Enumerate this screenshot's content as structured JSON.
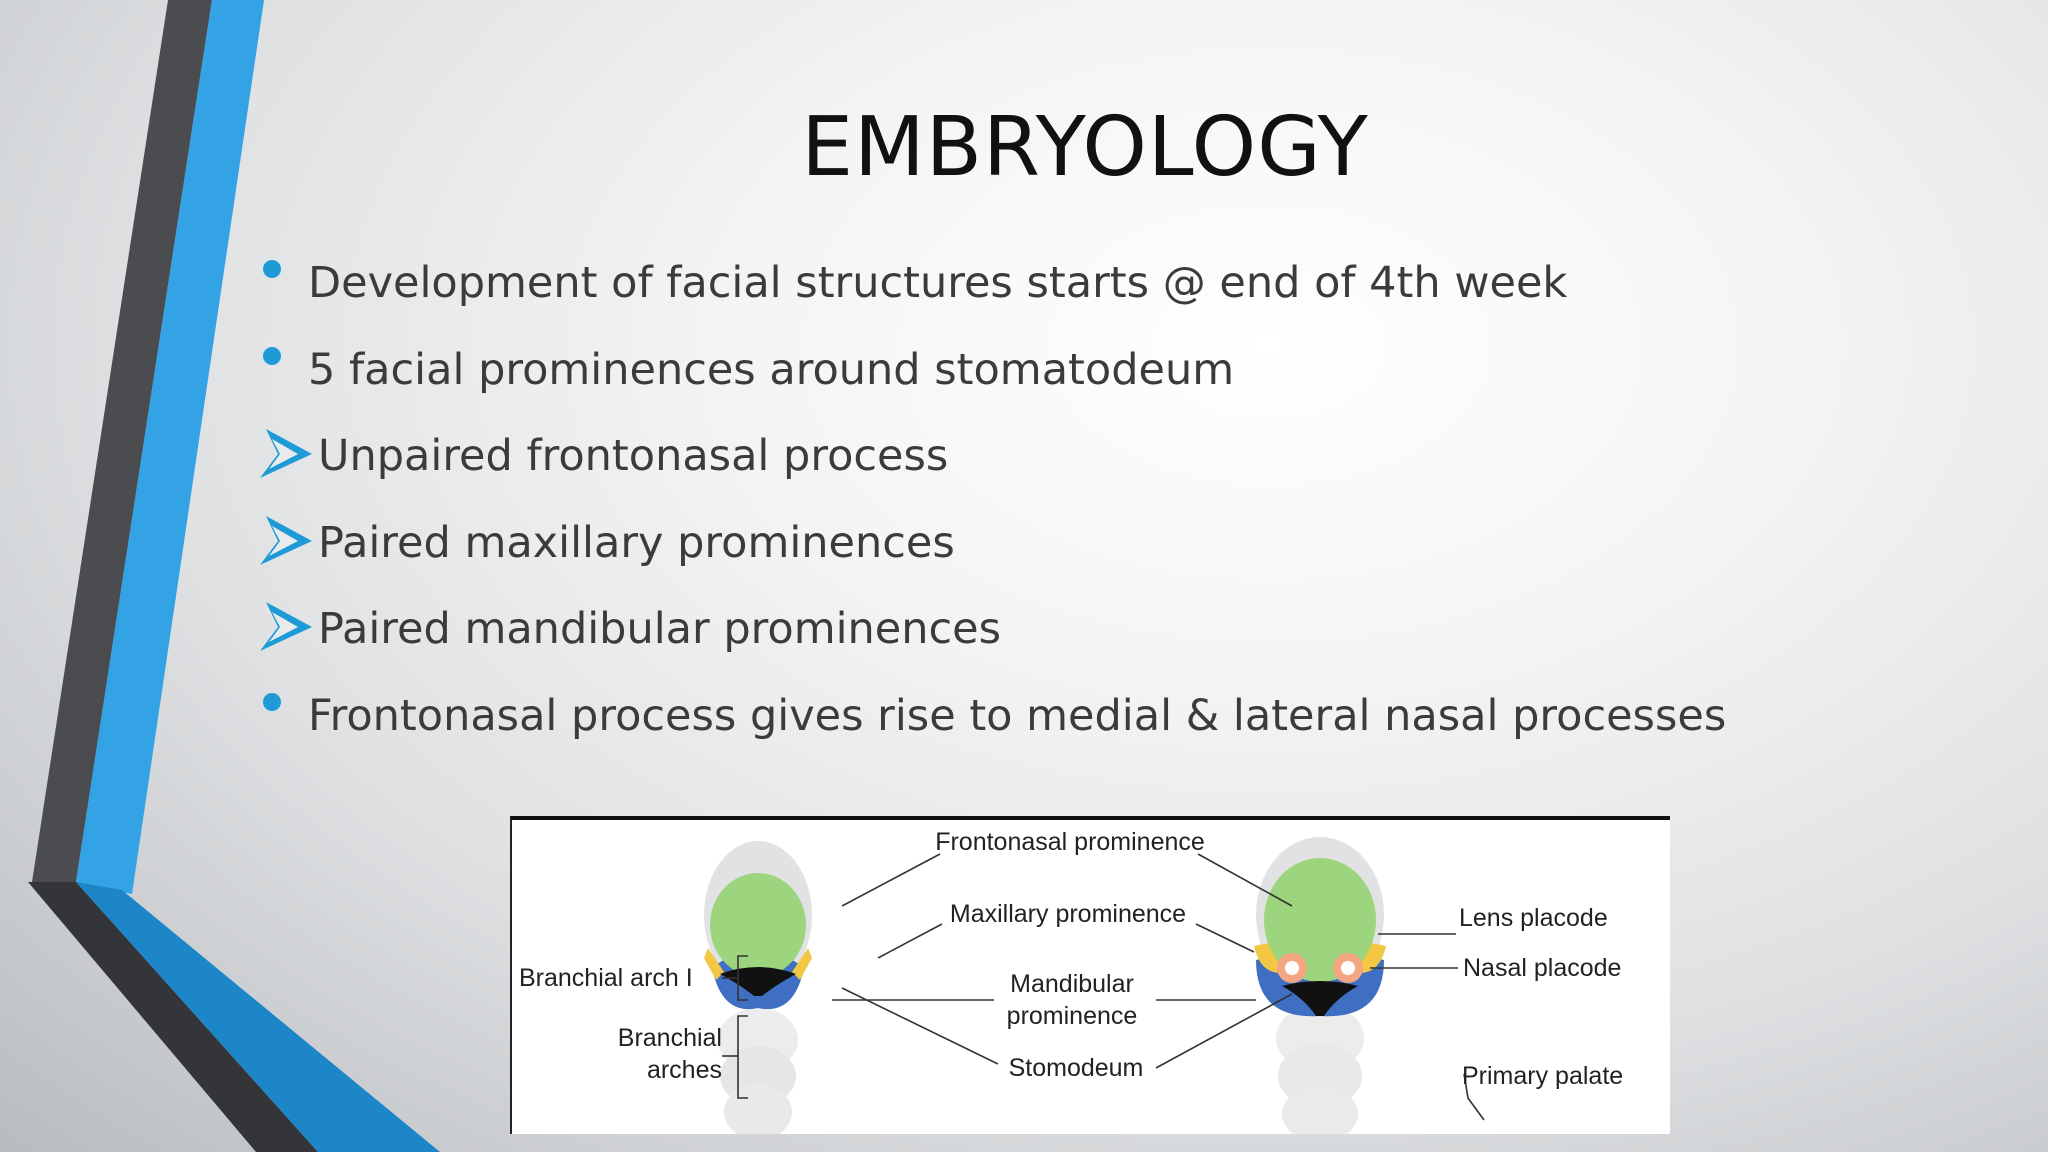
{
  "slide": {
    "title": "EMBRYOLOGY",
    "bullets": [
      {
        "type": "dot",
        "text": "Development of facial structures starts @ end of 4th week"
      },
      {
        "type": "dot",
        "text": "5 facial prominences around stomatodeum"
      },
      {
        "type": "arrow",
        "text": "Unpaired frontonasal process"
      },
      {
        "type": "arrow",
        "text": "Paired maxillary prominences"
      },
      {
        "type": "arrow",
        "text": "Paired mandibular prominences"
      },
      {
        "type": "dot",
        "text": "Frontonasal process gives rise to medial & lateral nasal processes"
      }
    ],
    "accent_color": "#1e9bd7",
    "icons": [
      "bullet-dot-icon",
      "arrow-bullet-icon"
    ]
  },
  "figure": {
    "labels": {
      "frontonasal": "Frontonasal prominence",
      "maxillary": "Maxillary  prominence",
      "branchial_arch_1": "Branchial  arch I",
      "branchial_arches_1": "Branchial",
      "branchial_arches_2": "arches",
      "mandibular_1": "Mandibular",
      "mandibular_2": "prominence",
      "stomodeum": "Stomodeum",
      "lens_placode": "Lens placode",
      "nasal_placode": "Nasal placode",
      "primary_palate": "Primary palate"
    },
    "colors": {
      "frontonasal": "#9dd47e",
      "maxillary": "#f2c744",
      "mandibular": "#3e6fc2",
      "stomodeum": "#111111",
      "body": "#e8e9ea"
    }
  }
}
